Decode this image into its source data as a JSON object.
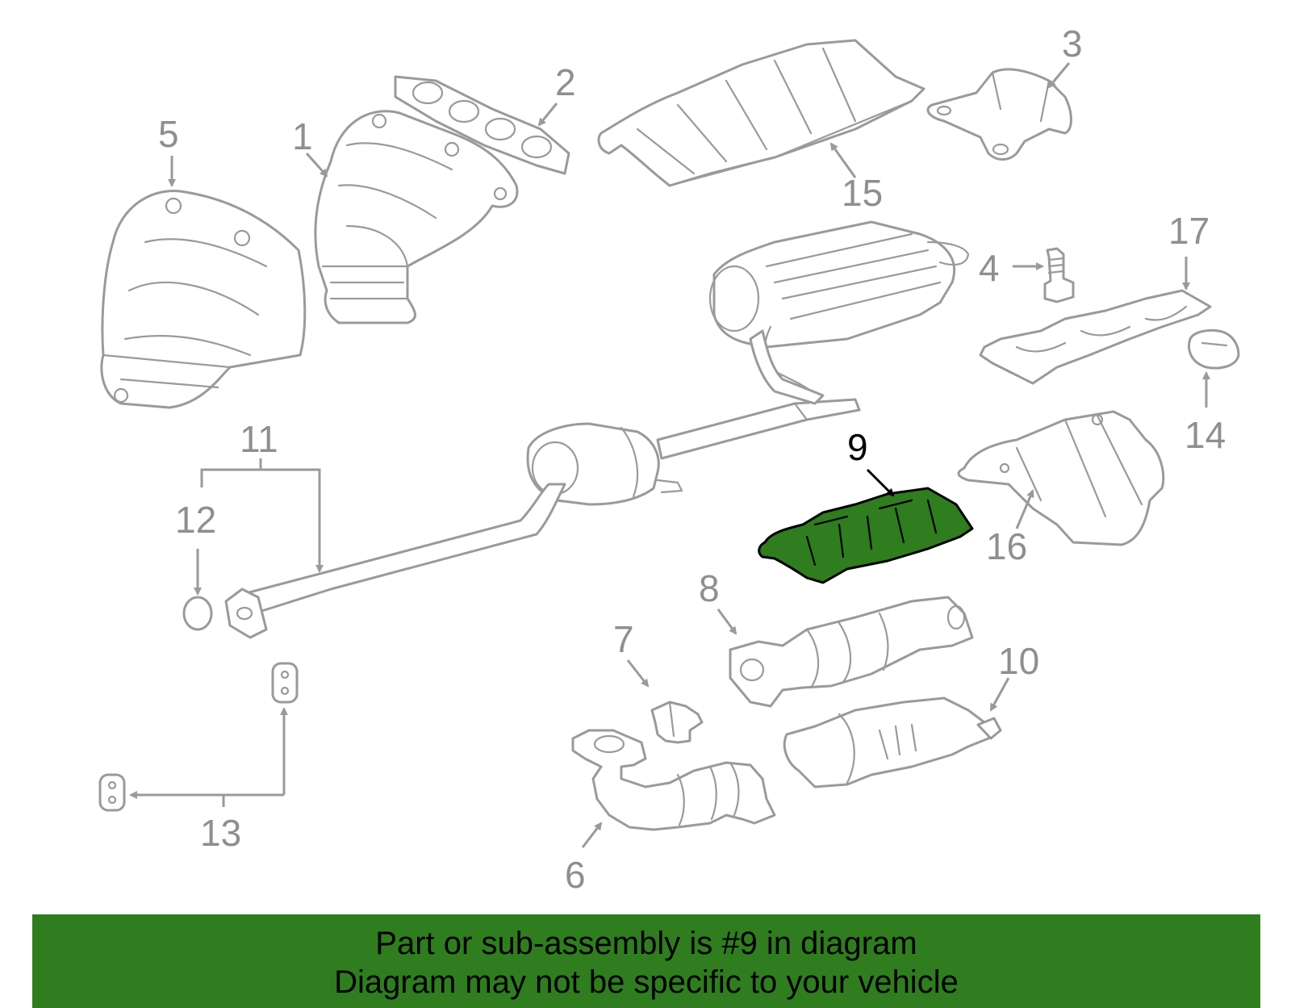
{
  "callouts": {
    "c1": "1",
    "c2": "2",
    "c3": "3",
    "c4": "4",
    "c5": "5",
    "c6": "6",
    "c7": "7",
    "c8": "8",
    "c9": "9",
    "c10": "10",
    "c11": "11",
    "c12": "12",
    "c13": "13",
    "c14": "14",
    "c15": "15",
    "c16": "16",
    "c17": "17"
  },
  "highlighted_part": "9",
  "colors": {
    "highlight": "#2f7d1f",
    "line": "#9a9a9a",
    "label": "#8f8f8f"
  },
  "banner": {
    "line1": "Part or sub-assembly is #9 in diagram",
    "line2": "Diagram may not be specific to your vehicle"
  }
}
